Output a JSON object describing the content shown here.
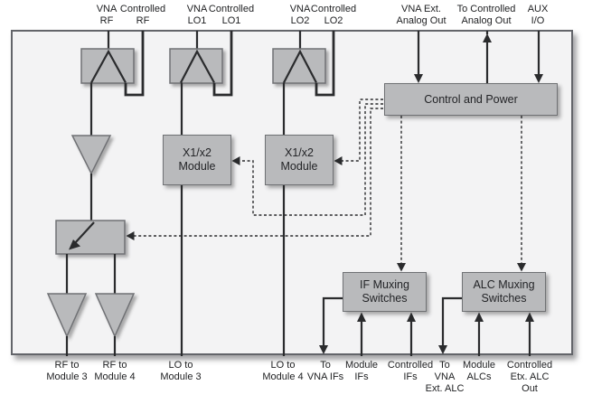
{
  "labels": {
    "top": [
      "VNA\nRF",
      "Controlled\nRF",
      "VNA\nLO1",
      "Controlled\nLO1",
      "VNA\nLO2",
      "Controlled\nLO2",
      "VNA Ext.\nAnalog Out",
      "To Controlled\nAnalog Out",
      "AUX\nI/O"
    ],
    "bottom": [
      "RF to\nModule 3",
      "RF to\nModule 4",
      "LO to\nModule 3",
      "LO to\nModule 4",
      "To\nVNA IFs",
      "Module\nIFs",
      "Controlled\nIFs",
      "To\nVNA\nExt. ALC",
      "Module\nALCs",
      "Controlled\nEtx. ALC\nOut"
    ]
  },
  "blocks": {
    "control_power": "Control and Power",
    "x1x2_left": "X1/x2\nModule",
    "x1x2_right": "X1/x2\nModule",
    "if_mux": "IF Muxing\nSwitches",
    "alc_mux": "ALC Muxing\nSwitches"
  },
  "colors": {
    "line": "#2a2b2d",
    "block_fill": "#b9babc",
    "block_border": "#6f7174",
    "canvas_fill": "#f3f3f4",
    "canvas_border": "#63656a",
    "text": "#212224"
  }
}
